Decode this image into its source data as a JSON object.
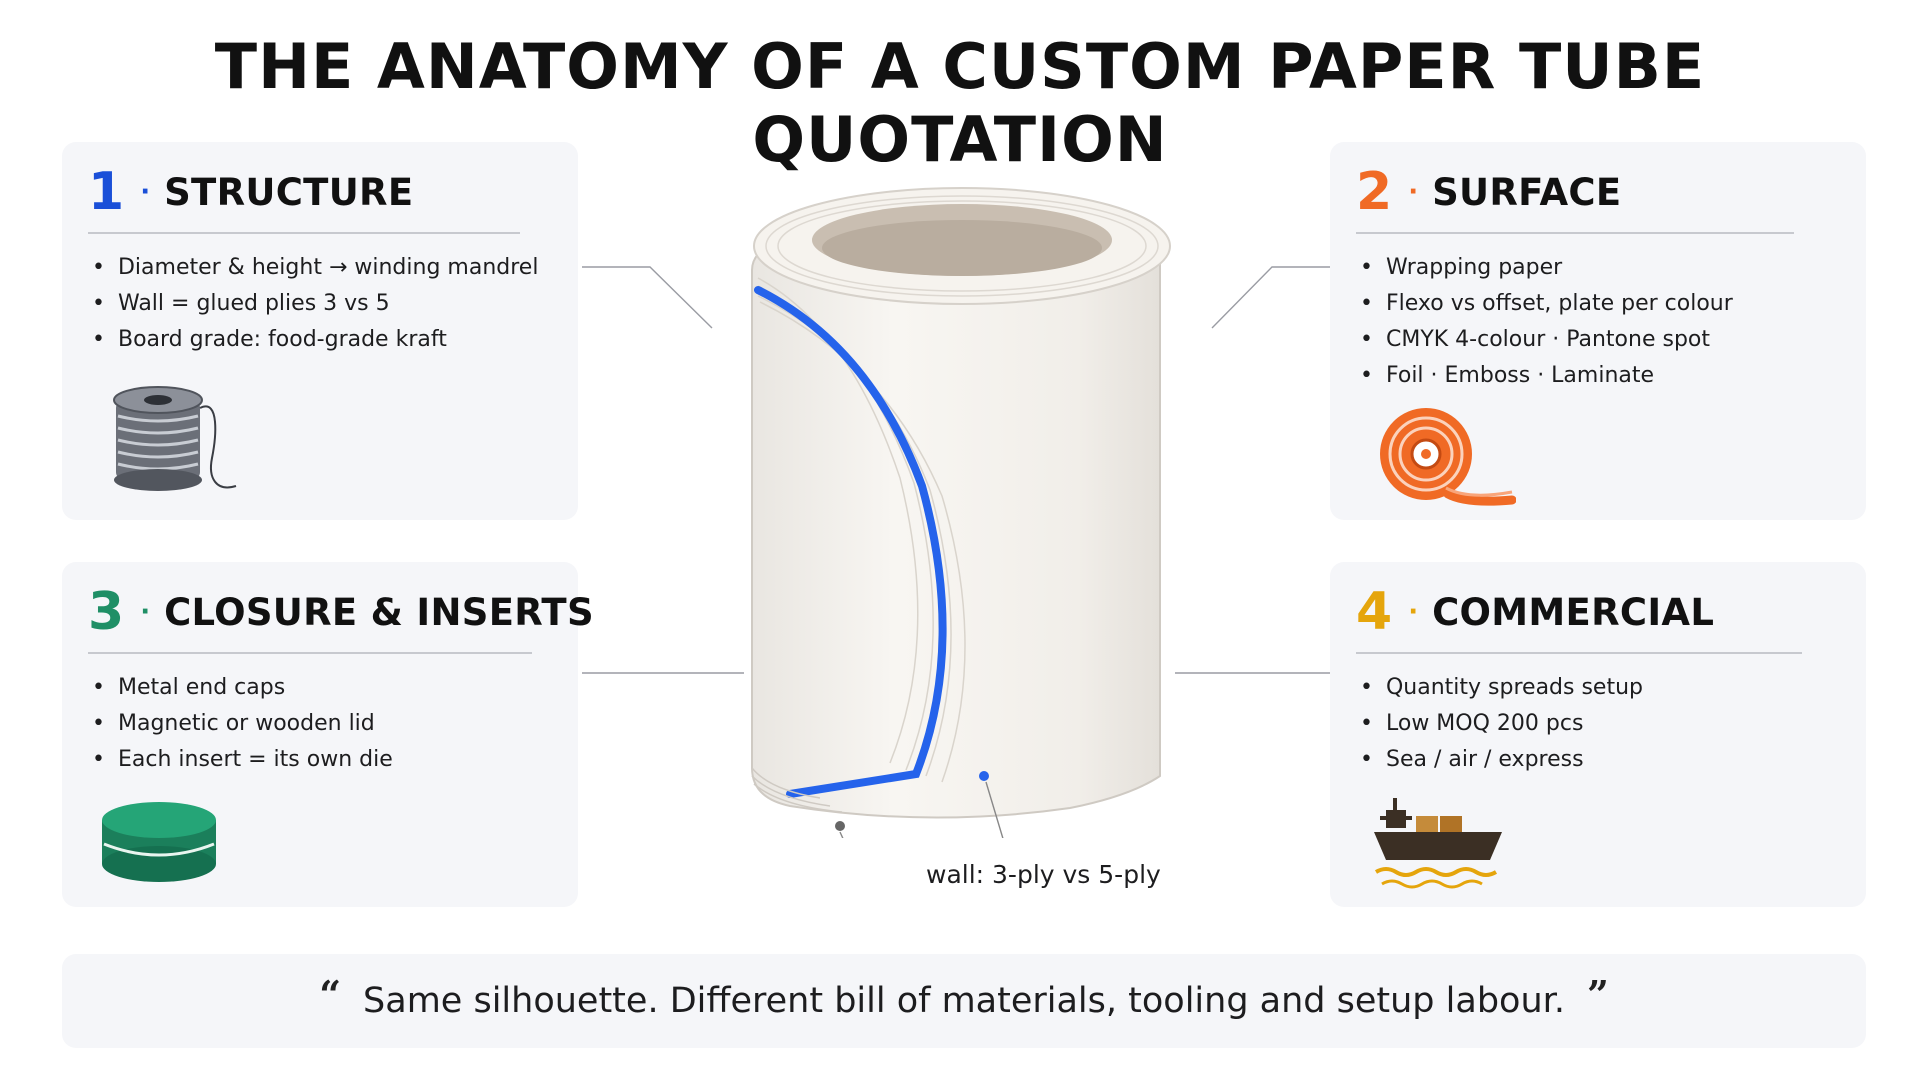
{
  "title": "THE ANATOMY OF A CUSTOM PAPER TUBE QUOTATION",
  "colors": {
    "structure": "#1a4fd8",
    "surface": "#f06a25",
    "closure": "#1f8f66",
    "commercial": "#e5a50c",
    "panel_bg": "#f5f6f9",
    "ply_stripe": "#2563eb"
  },
  "panels": [
    {
      "number": "1",
      "dot": "·",
      "heading": "STRUCTURE",
      "bullets": [
        "Diameter & height → winding mandrel",
        "Wall = glued plies 3 vs 5",
        "Board grade: food-grade kraft"
      ],
      "icon": "spool-icon"
    },
    {
      "number": "2",
      "dot": "·",
      "heading": "SURFACE",
      "bullets": [
        "Wrapping paper",
        "Flexo vs offset, plate per colour",
        "CMYK 4-colour · Pantone spot",
        "Foil · Emboss · Laminate"
      ],
      "icon": "paper-roll-icon"
    },
    {
      "number": "3",
      "dot": "·",
      "heading": "CLOSURE & INSERTS",
      "bullets": [
        "Metal end caps",
        "Magnetic or wooden lid",
        "Each insert = its own die"
      ],
      "icon": "end-cap-icon"
    },
    {
      "number": "4",
      "dot": "·",
      "heading": "COMMERCIAL",
      "bullets": [
        "Quantity spreads setup",
        "Low MOQ 200 pcs",
        "Sea / air / express"
      ],
      "icon": "cargo-ship-icon"
    }
  ],
  "tube": {
    "callout": "wall: 3-ply vs 5-ply"
  },
  "quote": {
    "open": "“",
    "text": "Same silhouette. Different bill of materials, tooling and setup labour.",
    "close": "”"
  }
}
